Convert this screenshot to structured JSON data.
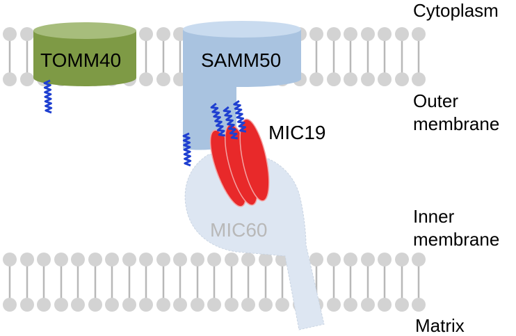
{
  "regions": {
    "cytoplasm": "Cytoplasm",
    "outer_membrane_line1": "Outer",
    "outer_membrane_line2": "membrane",
    "inner_membrane_line1": "Inner",
    "inner_membrane_line2": "membrane",
    "matrix": "Matrix"
  },
  "proteins": {
    "tomm40": {
      "label": "TOMM40",
      "color": "#7e9a45"
    },
    "samm50": {
      "label": "SAMM50",
      "color": "#a9c3e0"
    },
    "mic19": {
      "label": "MIC19",
      "color": "#e8292a"
    },
    "mic60": {
      "label": "MIC60",
      "color": "#dde6f2",
      "label_color": "#b8b8b8"
    }
  },
  "colors": {
    "lipid_head": "#d3d3d3",
    "lipid_tail": "#b8b8b8",
    "anchor_helix": "#1e3fd0"
  }
}
